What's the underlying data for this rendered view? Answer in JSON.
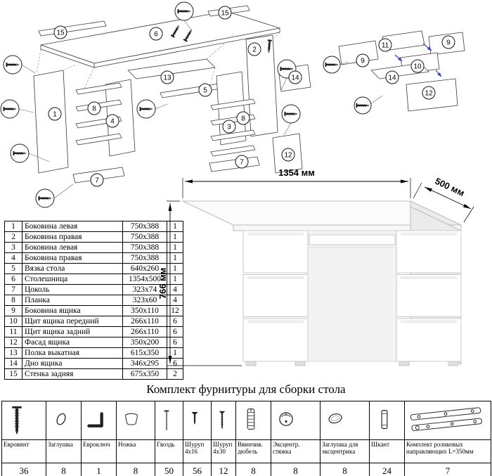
{
  "desk": {
    "width_label": "1354 мм",
    "depth_label": "500 мм",
    "height_label": "766 мм"
  },
  "assembly": {
    "main_labels": [
      "15",
      "6",
      "15",
      "2",
      "1",
      "13",
      "8",
      "4",
      "5",
      "8",
      "3",
      "7",
      "7",
      "12",
      "14"
    ],
    "detail_labels": [
      "11",
      "9",
      "9",
      "10",
      "14",
      "12"
    ]
  },
  "parts": {
    "rows": [
      {
        "num": "1",
        "name": "Боковина левая",
        "size": "750x388",
        "qty": "1"
      },
      {
        "num": "2",
        "name": "Боковина правая",
        "size": "750x388",
        "qty": "1"
      },
      {
        "num": "3",
        "name": "Боковина левая",
        "size": "750x388",
        "qty": "1"
      },
      {
        "num": "4",
        "name": "Боковина правая",
        "size": "750x388",
        "qty": "1"
      },
      {
        "num": "5",
        "name": "Вязка стола",
        "size": "640x260",
        "qty": "1"
      },
      {
        "num": "6",
        "name": "Столешница",
        "size": "1354x500",
        "qty": "1"
      },
      {
        "num": "7",
        "name": "Цоколь",
        "size": "323x74",
        "qty": "4"
      },
      {
        "num": "8",
        "name": "Планка",
        "size": "323x60",
        "qty": "4"
      },
      {
        "num": "9",
        "name": "Боковина ящика",
        "size": "350x110",
        "qty": "12"
      },
      {
        "num": "10",
        "name": "Щит ящика передний",
        "size": "266x110",
        "qty": "6"
      },
      {
        "num": "11",
        "name": "Щит ящика задний",
        "size": "266x110",
        "qty": "6"
      },
      {
        "num": "12",
        "name": "Фасад ящика",
        "size": "350x200",
        "qty": "6"
      },
      {
        "num": "13",
        "name": "Полка выкатная",
        "size": "615x350",
        "qty": "1"
      },
      {
        "num": "14",
        "name": "Дно ящика",
        "size": "346x295",
        "qty": "6"
      },
      {
        "num": "15",
        "name": "Стенка задняя",
        "size": "675x350",
        "qty": "2"
      }
    ]
  },
  "hardware": {
    "title": "Комплект фурнитуры для сборки стола",
    "items": [
      {
        "name": "Евровинт",
        "qty": "36",
        "icon": "euroscrew-icon"
      },
      {
        "name": "Заглушка",
        "qty": "8",
        "icon": "plug-icon"
      },
      {
        "name": "Евроключ",
        "qty": "1",
        "icon": "eurokey-icon"
      },
      {
        "name": "Ножка",
        "qty": "8",
        "icon": "foot-icon"
      },
      {
        "name": "Гвоздь",
        "qty": "50",
        "icon": "nail-icon"
      },
      {
        "name": "Шуруп 4x16",
        "qty": "56",
        "icon": "screw-4x16-icon"
      },
      {
        "name": "Шуруп 4x30",
        "qty": "12",
        "icon": "screw-4x30-icon"
      },
      {
        "name": "Ввинчив. дюбель",
        "qty": "8",
        "icon": "screw-in-dowel-icon"
      },
      {
        "name": "Эксцентр. стяжка",
        "qty": "8",
        "icon": "cam-lock-icon"
      },
      {
        "name": "Заглушка для эксцентрика",
        "qty": "8",
        "icon": "cam-cover-icon"
      },
      {
        "name": "Шкант",
        "qty": "24",
        "icon": "wood-dowel-icon"
      },
      {
        "name": "Комплект роликовых направляющих L=350мм",
        "qty": "7",
        "icon": "roller-guides-icon"
      }
    ]
  }
}
